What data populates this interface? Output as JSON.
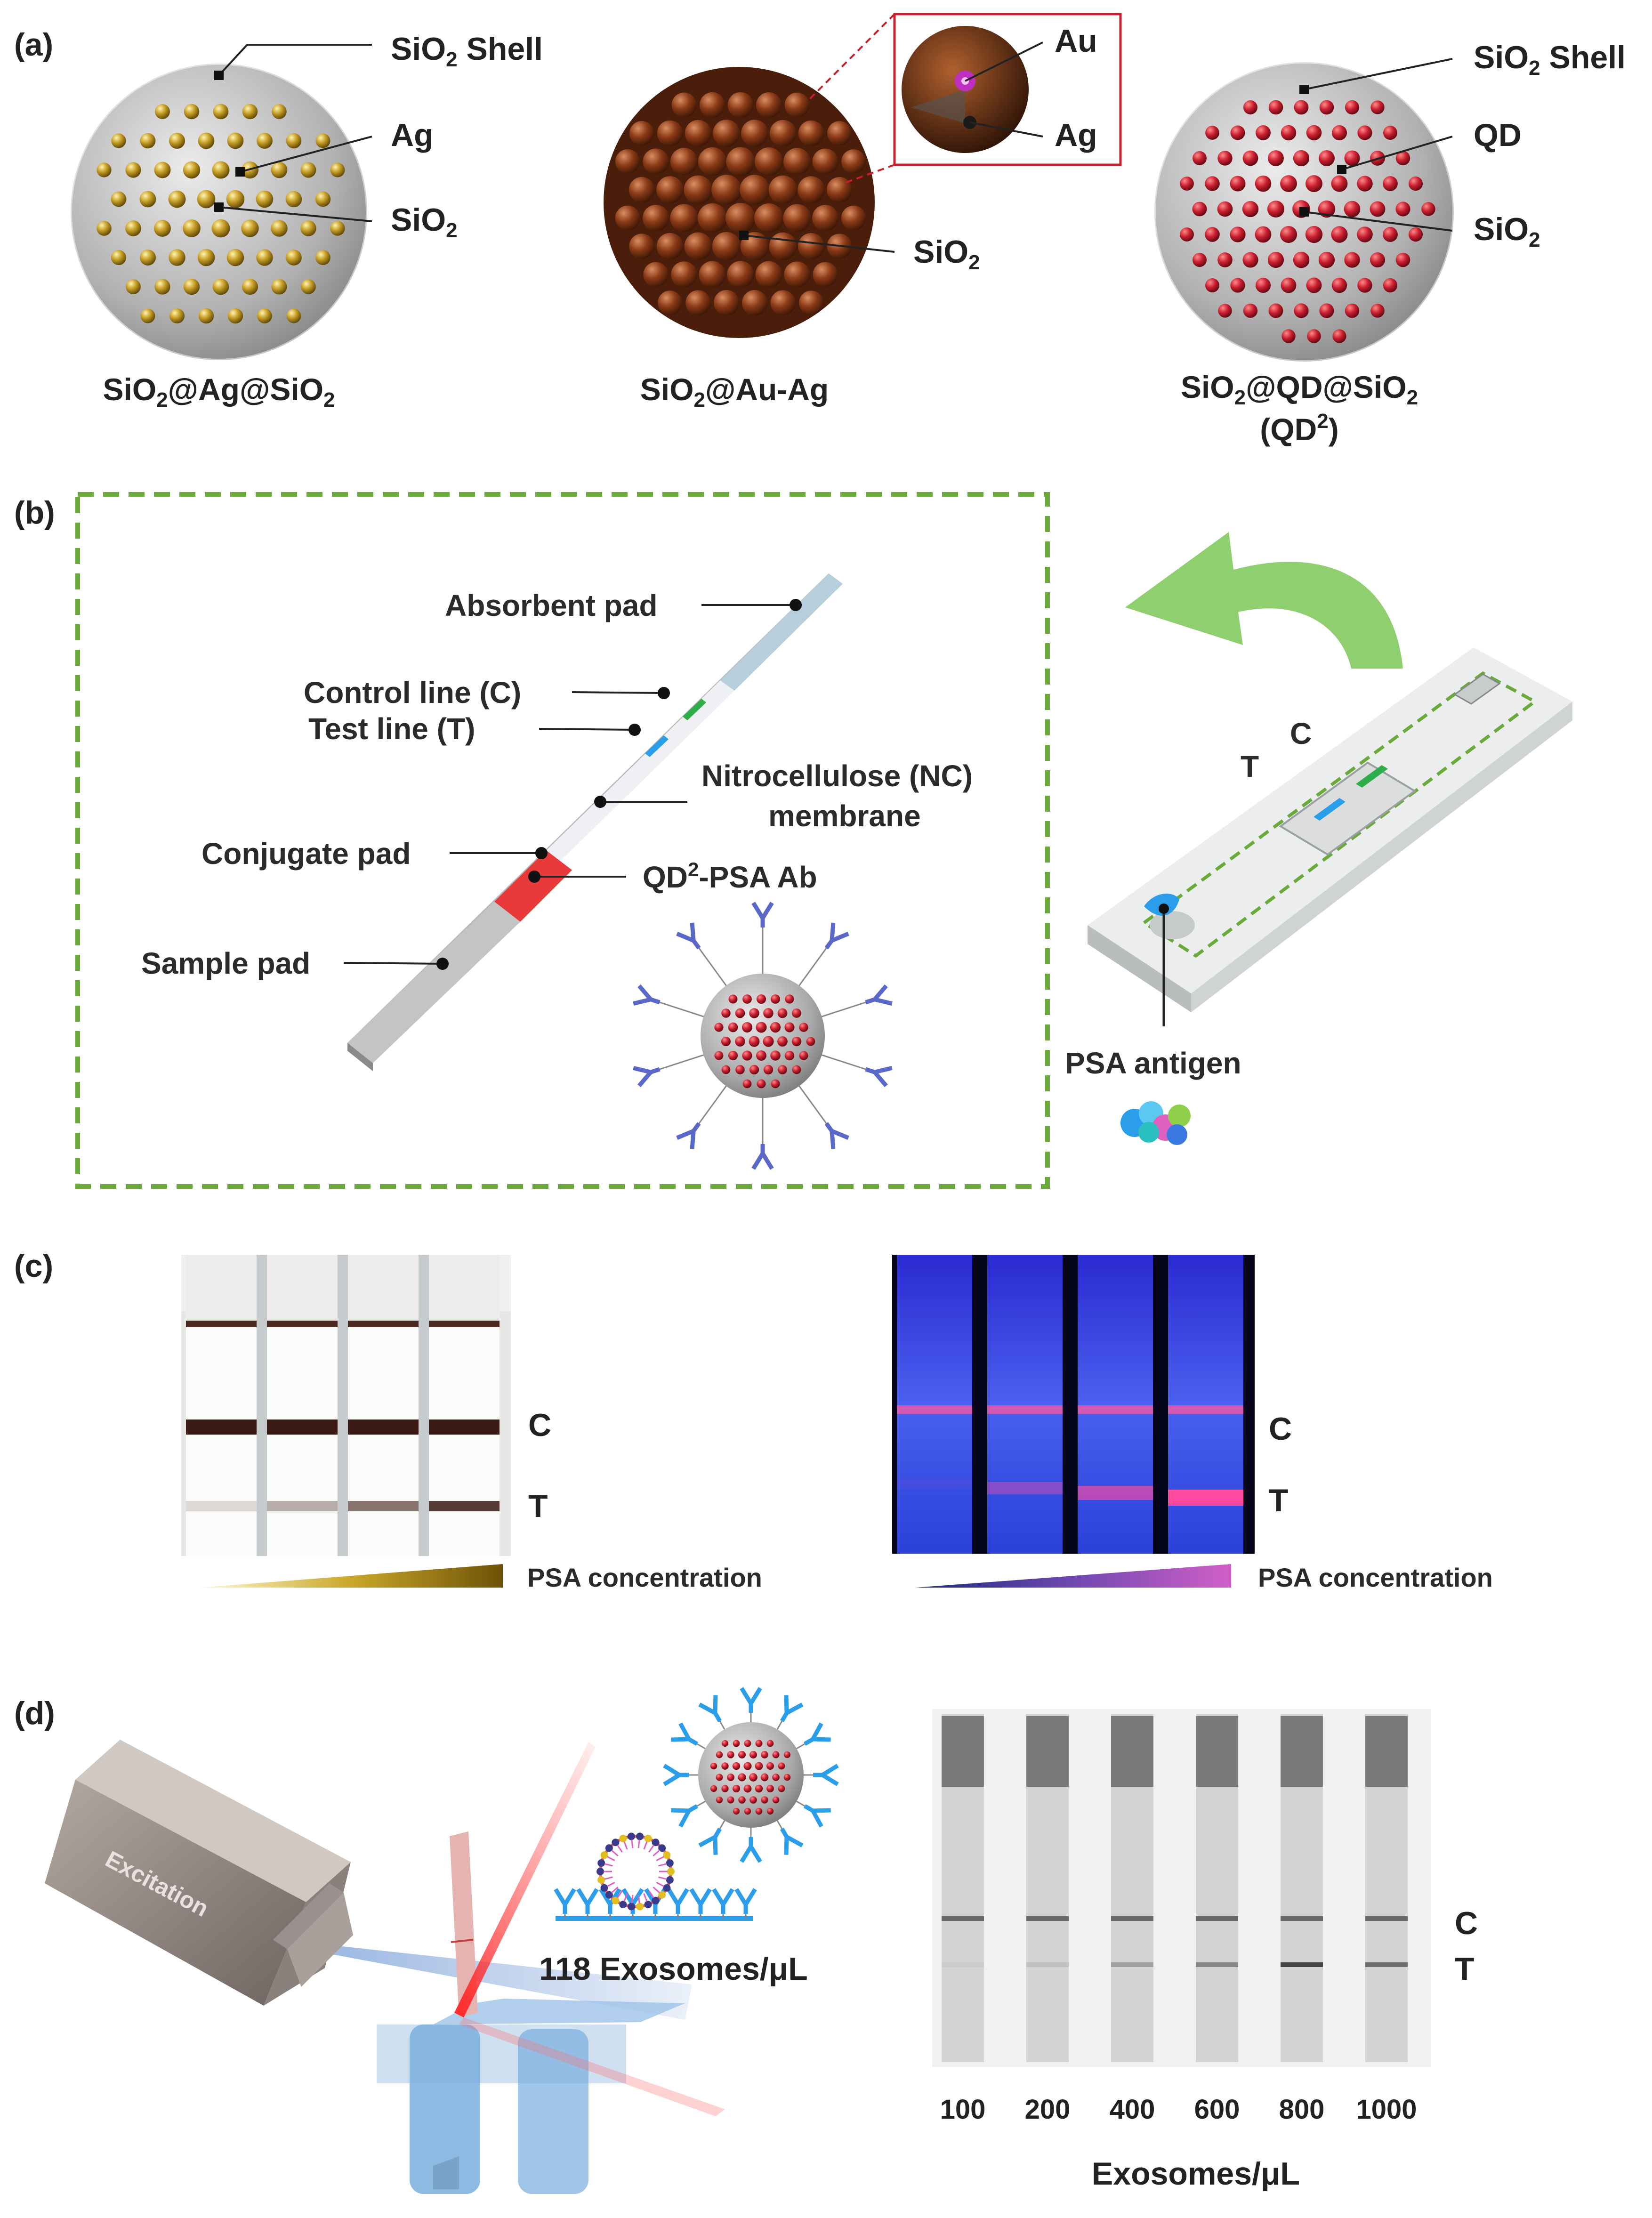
{
  "panels": {
    "a": "(a)",
    "b": "(b)",
    "c": "(c)",
    "d": "(d)"
  },
  "panel_a": {
    "particle1": {
      "shell": "SiO",
      "shell_sub": "2",
      "shell_rest": " Shell",
      "ag": "Ag",
      "core": "SiO",
      "core_sub": "2",
      "name_parts": [
        "SiO",
        "2",
        "@Ag@SiO",
        "2"
      ]
    },
    "particle2": {
      "au": "Au",
      "ag": "Ag",
      "core": "SiO",
      "core_sub": "2",
      "name_parts": [
        "SiO",
        "2",
        "@Au-Ag"
      ]
    },
    "particle3": {
      "shell": "SiO",
      "shell_sub": "2",
      "shell_rest": " Shell",
      "qd": "QD",
      "core": "SiO",
      "core_sub": "2",
      "name_parts": [
        "SiO",
        "2",
        "@QD@SiO",
        "2"
      ],
      "abbr_parts": [
        "(QD",
        "2",
        ")"
      ]
    }
  },
  "panel_b": {
    "absorbent_pad": "Absorbent pad",
    "control_line": "Control line (C)",
    "test_line": "Test line (T)",
    "nc_line1": "Nitrocellulose (NC)",
    "nc_line2": "membrane",
    "conjugate_pad": "Conjugate pad",
    "qd_psa": [
      "QD",
      "2",
      "-PSA Ab"
    ],
    "sample_pad": "Sample pad",
    "cassette_t": "T",
    "cassette_c": "C",
    "psa_antigen": "PSA antigen",
    "colors": {
      "dashed_border": "#6aaa3a",
      "arrow": "#8fcf6f",
      "control": "#2eae4a",
      "test": "#2a9ee8",
      "conjugate": "#e83a3a"
    }
  },
  "panel_c": {
    "left_c": "C",
    "left_t": "T",
    "left_gradient_label": "PSA concentration",
    "right_c": "C",
    "right_t": "T",
    "right_gradient_label": "PSA concentration",
    "colors": {
      "gold": "#8a6a10",
      "purple": "#c050c0"
    }
  },
  "panel_d": {
    "excitation": "Excitation",
    "lod_number": "118",
    "lod_unit": " Exosomes/μL",
    "strip_c": "C",
    "strip_t": "T",
    "concentrations": [
      "100",
      "200",
      "400",
      "600",
      "800",
      "1000"
    ],
    "test_line_intensity": [
      0.05,
      0.12,
      0.3,
      0.45,
      0.85,
      0.6
    ],
    "axis_label": "Exosomes/μL"
  }
}
